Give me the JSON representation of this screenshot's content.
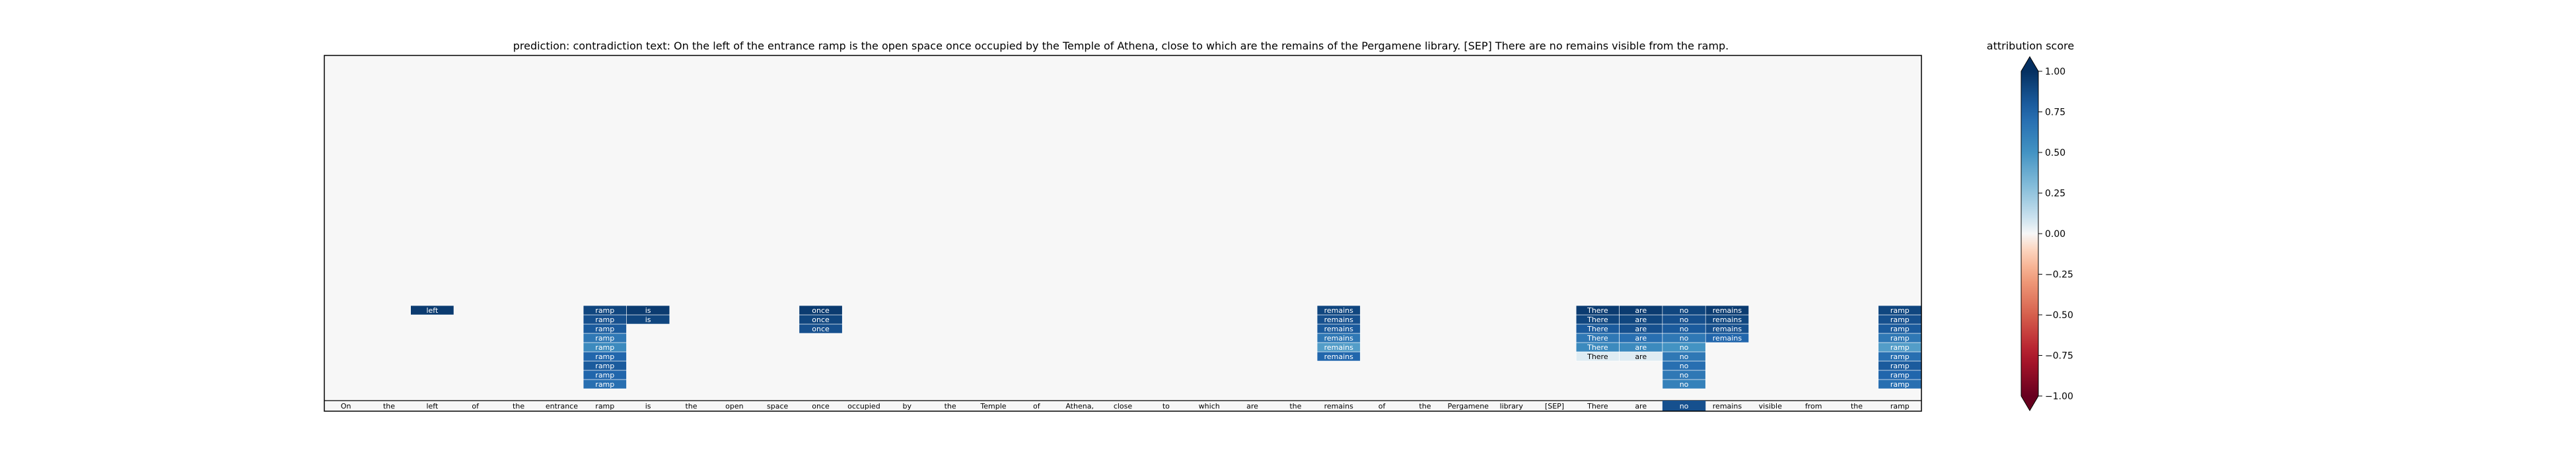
{
  "chart_data": {
    "type": "heatmap",
    "title": "prediction:  contradiction     text:  On the left of the entrance ramp is the open space once occupied by the Temple of Athena, close to which are the remains of the Pergamene library. [SEP] There are no remains visible from the ramp.",
    "tokens": [
      "On",
      "the",
      "left",
      "of",
      "the",
      "entrance",
      "ramp",
      "is",
      "the",
      "open",
      "space",
      "once",
      "occupied",
      "by",
      "the",
      "Temple",
      "of",
      "Athena,",
      "close",
      "to",
      "which",
      "are",
      "the",
      "remains",
      "of",
      "the",
      "Pergamene",
      "library",
      "[SEP]",
      "There",
      "are",
      "no",
      "remains",
      "visible",
      "from",
      "the",
      "ramp"
    ],
    "bottom_row_values": [
      0,
      0,
      0,
      0,
      0,
      0,
      0,
      0,
      0,
      0,
      0,
      0,
      0,
      0,
      0,
      0,
      0,
      0,
      0,
      0,
      0,
      0,
      0,
      0,
      0,
      0,
      0,
      0,
      0,
      0,
      0,
      0.85,
      0,
      0,
      0,
      0,
      0
    ],
    "layer_rows": [
      {
        "row": 1,
        "cells": [
          [
            6,
            0.7
          ],
          [
            31,
            0.6
          ],
          [
            36,
            0.7
          ]
        ]
      },
      {
        "row": 2,
        "cells": [
          [
            6,
            0.75
          ],
          [
            31,
            0.65
          ],
          [
            36,
            0.75
          ]
        ]
      },
      {
        "row": 3,
        "cells": [
          [
            6,
            0.8
          ],
          [
            31,
            0.7
          ],
          [
            36,
            0.8
          ]
        ]
      },
      {
        "row": 4,
        "cells": [
          [
            6,
            0.75
          ],
          [
            23,
            0.75
          ],
          [
            29,
            0.05
          ],
          [
            30,
            0.05
          ],
          [
            31,
            0.65
          ],
          [
            36,
            0.7
          ]
        ]
      },
      {
        "row": 5,
        "cells": [
          [
            6,
            0.55
          ],
          [
            23,
            0.45
          ],
          [
            29,
            0.55
          ],
          [
            30,
            0.55
          ],
          [
            31,
            0.5
          ],
          [
            36,
            0.45
          ]
        ]
      },
      {
        "row": 6,
        "cells": [
          [
            6,
            0.65
          ],
          [
            23,
            0.65
          ],
          [
            29,
            0.65
          ],
          [
            30,
            0.7
          ],
          [
            31,
            0.65
          ],
          [
            32,
            0.75
          ],
          [
            36,
            0.65
          ]
        ]
      },
      {
        "row": 7,
        "cells": [
          [
            6,
            0.8
          ],
          [
            11,
            0.85
          ],
          [
            23,
            0.8
          ],
          [
            29,
            0.8
          ],
          [
            30,
            0.85
          ],
          [
            31,
            0.8
          ],
          [
            32,
            0.85
          ],
          [
            36,
            0.8
          ]
        ]
      },
      {
        "row": 8,
        "cells": [
          [
            6,
            0.85
          ],
          [
            7,
            0.9
          ],
          [
            11,
            0.9
          ],
          [
            23,
            0.85
          ],
          [
            29,
            0.9
          ],
          [
            30,
            0.9
          ],
          [
            31,
            0.85
          ],
          [
            32,
            0.9
          ],
          [
            36,
            0.85
          ]
        ]
      },
      {
        "row": 9,
        "cells": [
          [
            2,
            0.95
          ],
          [
            6,
            0.9
          ],
          [
            7,
            0.95
          ],
          [
            11,
            0.95
          ],
          [
            23,
            0.9
          ],
          [
            29,
            0.95
          ],
          [
            30,
            0.95
          ],
          [
            31,
            0.9
          ],
          [
            32,
            0.95
          ],
          [
            36,
            0.9
          ]
        ]
      }
    ],
    "colorbar": {
      "label": "attribution score",
      "ticks": [
        1.0,
        0.75,
        0.5,
        0.25,
        0.0,
        -0.25,
        -0.5,
        -0.75,
        -1.0
      ],
      "tick_labels": [
        "1.00",
        "0.75",
        "0.50",
        "0.25",
        "0.00",
        "−0.25",
        "−0.50",
        "−0.75",
        "−1.00"
      ],
      "range": [
        -1,
        1
      ],
      "colormap": "RdBu",
      "extend": "both"
    },
    "grid": false
  }
}
